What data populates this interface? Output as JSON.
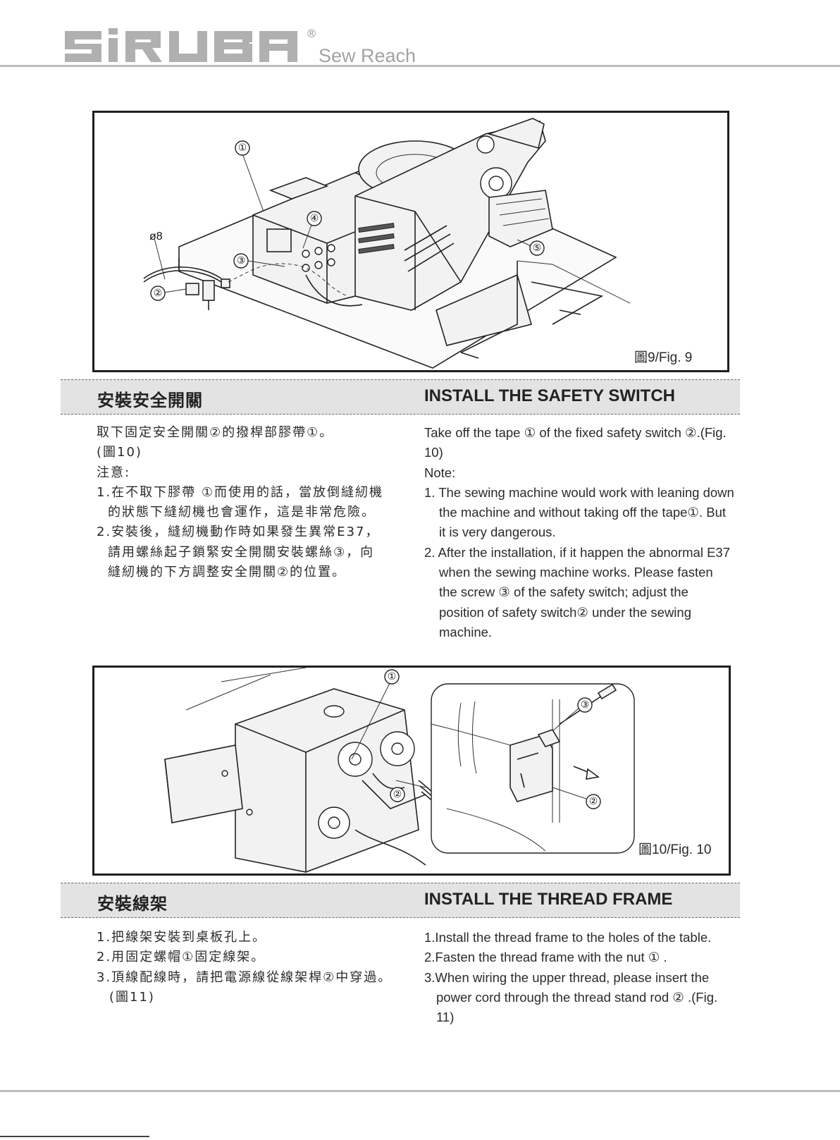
{
  "header": {
    "brand": "SiRUBA",
    "registered": "®",
    "tagline": "Sew Reach"
  },
  "figure9": {
    "caption": "圖9/Fig. 9",
    "callouts": [
      "①",
      "②",
      "③",
      "④",
      "⑤"
    ],
    "dimension_label": "ø8"
  },
  "section1": {
    "title_cn": "安裝安全開關",
    "title_en": "INSTALL THE SAFETY SWITCH",
    "cn": {
      "line1": "取下固定安全開關②的撥桿部膠帶①。",
      "line2": "(圖10)",
      "note": "注意:",
      "item1": "1.在不取下膠帶 ①而使用的話，當放倒縫紉機的狀態下縫紉機也會運作，這是非常危險。",
      "item2": "2.安裝後，縫紉機動作時如果發生異常E37，請用螺絲起子鎖緊安全開關安裝螺絲③，向縫紉機的下方調整安全開關②的位置。"
    },
    "en": {
      "para1": "Take off the tape ① of the fixed safety switch ②.(Fig. 10)",
      "note": "Note:",
      "item1": "1. The sewing machine would work with leaning down the machine and without taking off the tape①. But it is very dangerous.",
      "item2": "2. After the installation, if it happen the abnormal E37 when the sewing machine works. Please  fasten the screw ③ of the safety switch; adjust the position of safety switch② under the sewing machine."
    }
  },
  "figure10": {
    "caption": "圖10/Fig. 10",
    "callouts": [
      "①",
      "②",
      "③",
      "②"
    ]
  },
  "section2": {
    "title_cn": "安裝線架",
    "title_en": "INSTALL THE THREAD FRAME",
    "cn": {
      "item1": "1.把線架安裝到桌板孔上。",
      "item2": "2.用固定螺帽①固定線架。",
      "item3": "3.頂線配線時，請把電源線從線架桿②中穿過。(圖11)"
    },
    "en": {
      "item1": "1.Install the thread frame to the holes of the table.",
      "item2": "2.Fasten the thread frame with the nut ① .",
      "item3": "3.When wiring the upper thread, please insert the power cord through the thread stand rod ② .(Fig. 11)"
    }
  },
  "colors": {
    "bar_bg": "#e3e3e3",
    "rule": "#bdbdbd",
    "text": "#2b2b2b"
  }
}
